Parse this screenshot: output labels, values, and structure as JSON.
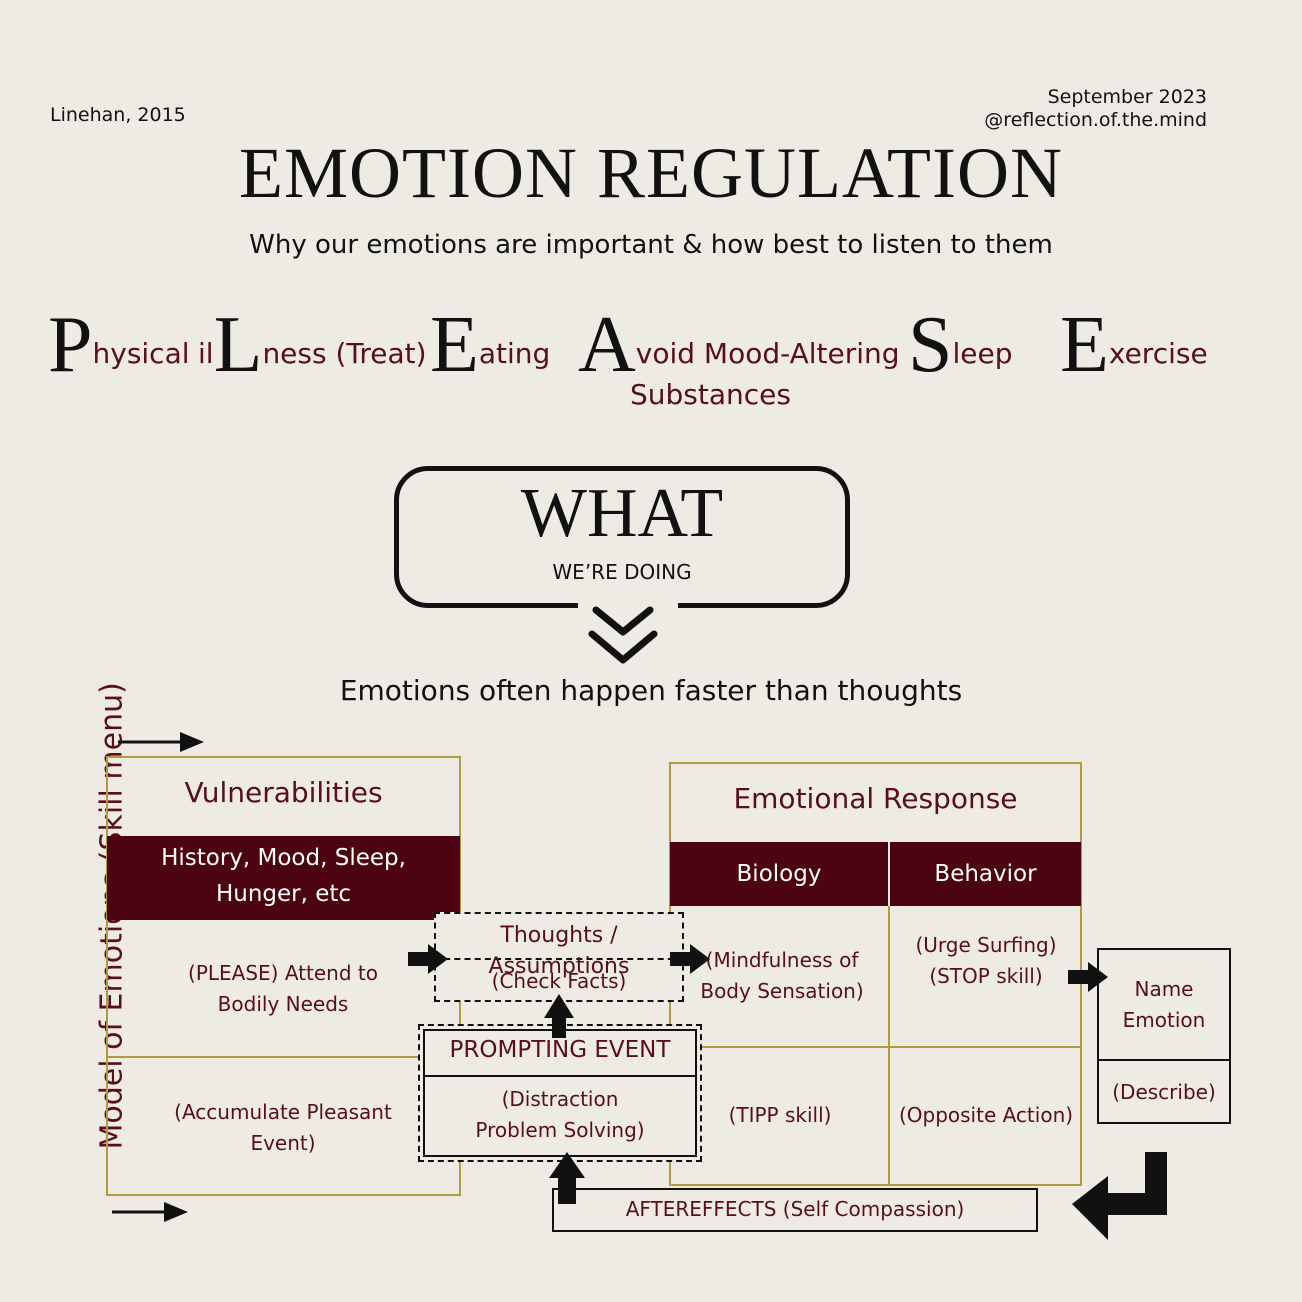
{
  "header": {
    "citation": "Linehan, 2015",
    "date": "September 2023",
    "handle": "@reflection.of.the.mind",
    "title": "EMOTION REGULATION",
    "subtitle": "Why our emotions are important & how best to listen to them"
  },
  "please": [
    {
      "prefix": "",
      "big": "P",
      "rest": "hysical"
    },
    {
      "prefix": "il",
      "big": "L",
      "rest": "ness (Treat)"
    },
    {
      "prefix": "",
      "big": "E",
      "rest": "ating"
    },
    {
      "prefix": "",
      "big": "A",
      "rest": "void Mood-Altering",
      "extra": "Substances"
    },
    {
      "prefix": "",
      "big": "S",
      "rest": "leep"
    },
    {
      "prefix": "",
      "big": "E",
      "rest": "xercise"
    }
  ],
  "what": {
    "word": "WHAT",
    "sub": "WE’RE DOING"
  },
  "faster_text": "Emotions often happen faster than thoughts",
  "model": {
    "side_label": "Model of Emotions (Skill menu)",
    "vulnerabilities": {
      "title": "Vulnerabilities",
      "header": "History, Mood, Sleep, Hunger, etc",
      "cell1": "(PLEASE) Attend to Bodily Needs",
      "cell2": "(Accumulate Pleasant Event)"
    },
    "thoughts": {
      "title": "Thoughts / Assumptions",
      "skill": "(Check Facts)"
    },
    "prompting": {
      "title": "PROMPTING EVENT",
      "skill": "(Distraction Problem Solving)"
    },
    "emotional_response": {
      "title": "Emotional Response",
      "biology": "Biology",
      "behavior": "Behavior",
      "bio1": "(Mindfulness of Body Sensation)",
      "beh1": "(Urge Surfing) (STOP skill)",
      "bio2": "(TIPP skill)",
      "beh2": "(Opposite Action)"
    },
    "name_emotion": {
      "title": "Name Emotion",
      "skill": "(Describe)"
    },
    "aftereffects": "AFTEREFFECTS (Self Compassion)"
  }
}
